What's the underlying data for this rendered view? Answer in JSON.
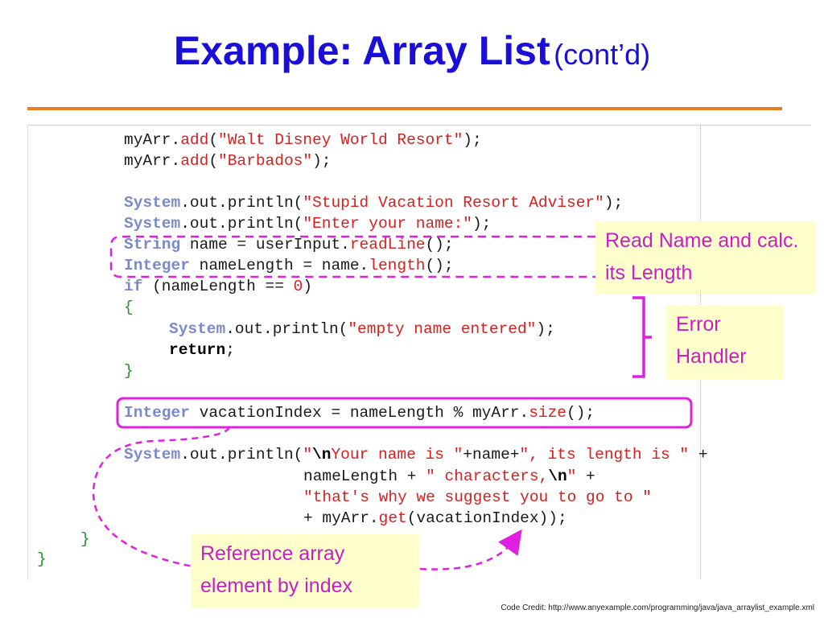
{
  "slide": {
    "title_main": "Example: Array List",
    "title_sub": "(cont’d)",
    "credit": "Code Credit:  http://www.anyexample.com/programming/java/java_arraylist_example.xml"
  },
  "code": {
    "l1": {
      "obj": "myArr.",
      "fn": "add",
      "open": "(",
      "str": "\"Walt Disney World Resort\"",
      "close": ");"
    },
    "l2": {
      "obj": "myArr.",
      "fn": "add",
      "open": "(",
      "str": "\"Barbados\"",
      "close": ");"
    },
    "l3": {
      "kw": "System",
      "mid": ".out.println(",
      "str": "\"Stupid Vacation Resort Adviser\"",
      "close": ");"
    },
    "l4": {
      "kw": "System",
      "mid": ".out.println(",
      "str": "\"Enter your name:\"",
      "close": ");"
    },
    "l5": {
      "kw": "String",
      "mid": " name = userInput.",
      "fn": "readLine",
      "close": "();"
    },
    "l6": {
      "kw": "Integer",
      "mid": " nameLength = name.",
      "fn": "length",
      "close": "();"
    },
    "l7": {
      "kw": "if",
      "mid": " (nameLength == ",
      "num": "0",
      "close": ")"
    },
    "l8": {
      "brace": "{"
    },
    "l9": {
      "kw": "System",
      "mid": ".out.println(",
      "str": "\"empty name entered\"",
      "close": ");"
    },
    "l10": {
      "kwb": "return",
      "close": ";"
    },
    "l11": {
      "brace": "}"
    },
    "l12": {
      "kw": "Integer",
      "mid": " vacationIndex = nameLength % myArr.",
      "fn": "size",
      "close": "();"
    },
    "l13": {
      "kw": "System",
      "mid": ".out.println(",
      "str1": "\"",
      "esc1": "\\n",
      "str2": "Your name is \"",
      "mid2": "+name+",
      "str3": "\", its length is \"",
      "tail": " +"
    },
    "l14": {
      "mid": "nameLength + ",
      "str": "\" characters,",
      "esc": "\\n",
      "str2": "\"",
      "tail": " +"
    },
    "l15": {
      "str": "\"that's why we suggest you to go to \""
    },
    "l16": {
      "mid": "+ myArr.",
      "fn": "get",
      "close": "(vacationIndex));"
    },
    "l17": {
      "brace": "}"
    },
    "l18": {
      "brace": "}"
    }
  },
  "callouts": {
    "read_name": "Read Name and calc. its Length",
    "error_handler": "Error Handler",
    "reference": "Reference array element by index"
  },
  "colors": {
    "title": "#1a0fd8",
    "rule": "#e67e22",
    "annotation": "#e020e0",
    "callout_bg": "#ffffcc"
  }
}
